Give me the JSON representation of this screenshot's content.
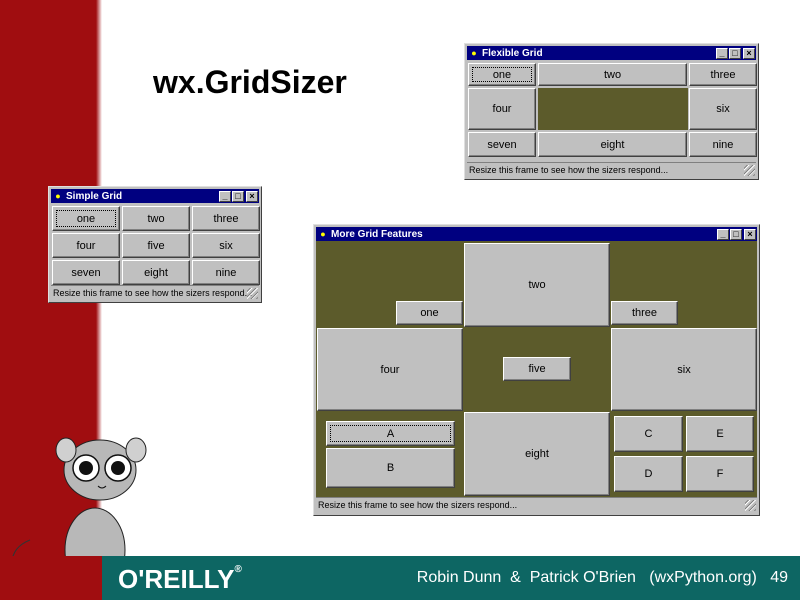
{
  "slide": {
    "title": "wx.GridSizer",
    "logo_text": "O'REILLY",
    "logo_mark": "®",
    "credit": "Robin Dunn  &  Patrick O'Brien   (wxPython.org)",
    "page_number": "49"
  },
  "colors": {
    "strip_red": "#a00d10",
    "footer_teal": "#0d6663",
    "titlebar_blue": "#000080",
    "olive": "#5c5b2b",
    "face_gray": "#c0c0c0"
  },
  "simple_grid": {
    "title": "Simple Grid",
    "buttons": [
      "one",
      "two",
      "three",
      "four",
      "five",
      "six",
      "seven",
      "eight",
      "nine"
    ],
    "status": "Resize this frame to see how the sizers respond..."
  },
  "flexible_grid": {
    "title": "Flexible Grid",
    "buttons": [
      "one",
      "two",
      "three",
      "four",
      "six",
      "seven",
      "eight",
      "nine"
    ],
    "status": "Resize this frame to see how the sizers respond..."
  },
  "more_grid": {
    "title": "More Grid Features",
    "buttons": {
      "one": "one",
      "two": "two",
      "three": "three",
      "four": "four",
      "five": "five",
      "six": "six",
      "eight": "eight",
      "a": "A",
      "b": "B",
      "c": "C",
      "d": "D",
      "e": "E",
      "f": "F"
    },
    "status": "Resize this frame to see how the sizers respond..."
  },
  "window_controls": {
    "minimize": "_",
    "maximize": "□",
    "close": "×"
  }
}
